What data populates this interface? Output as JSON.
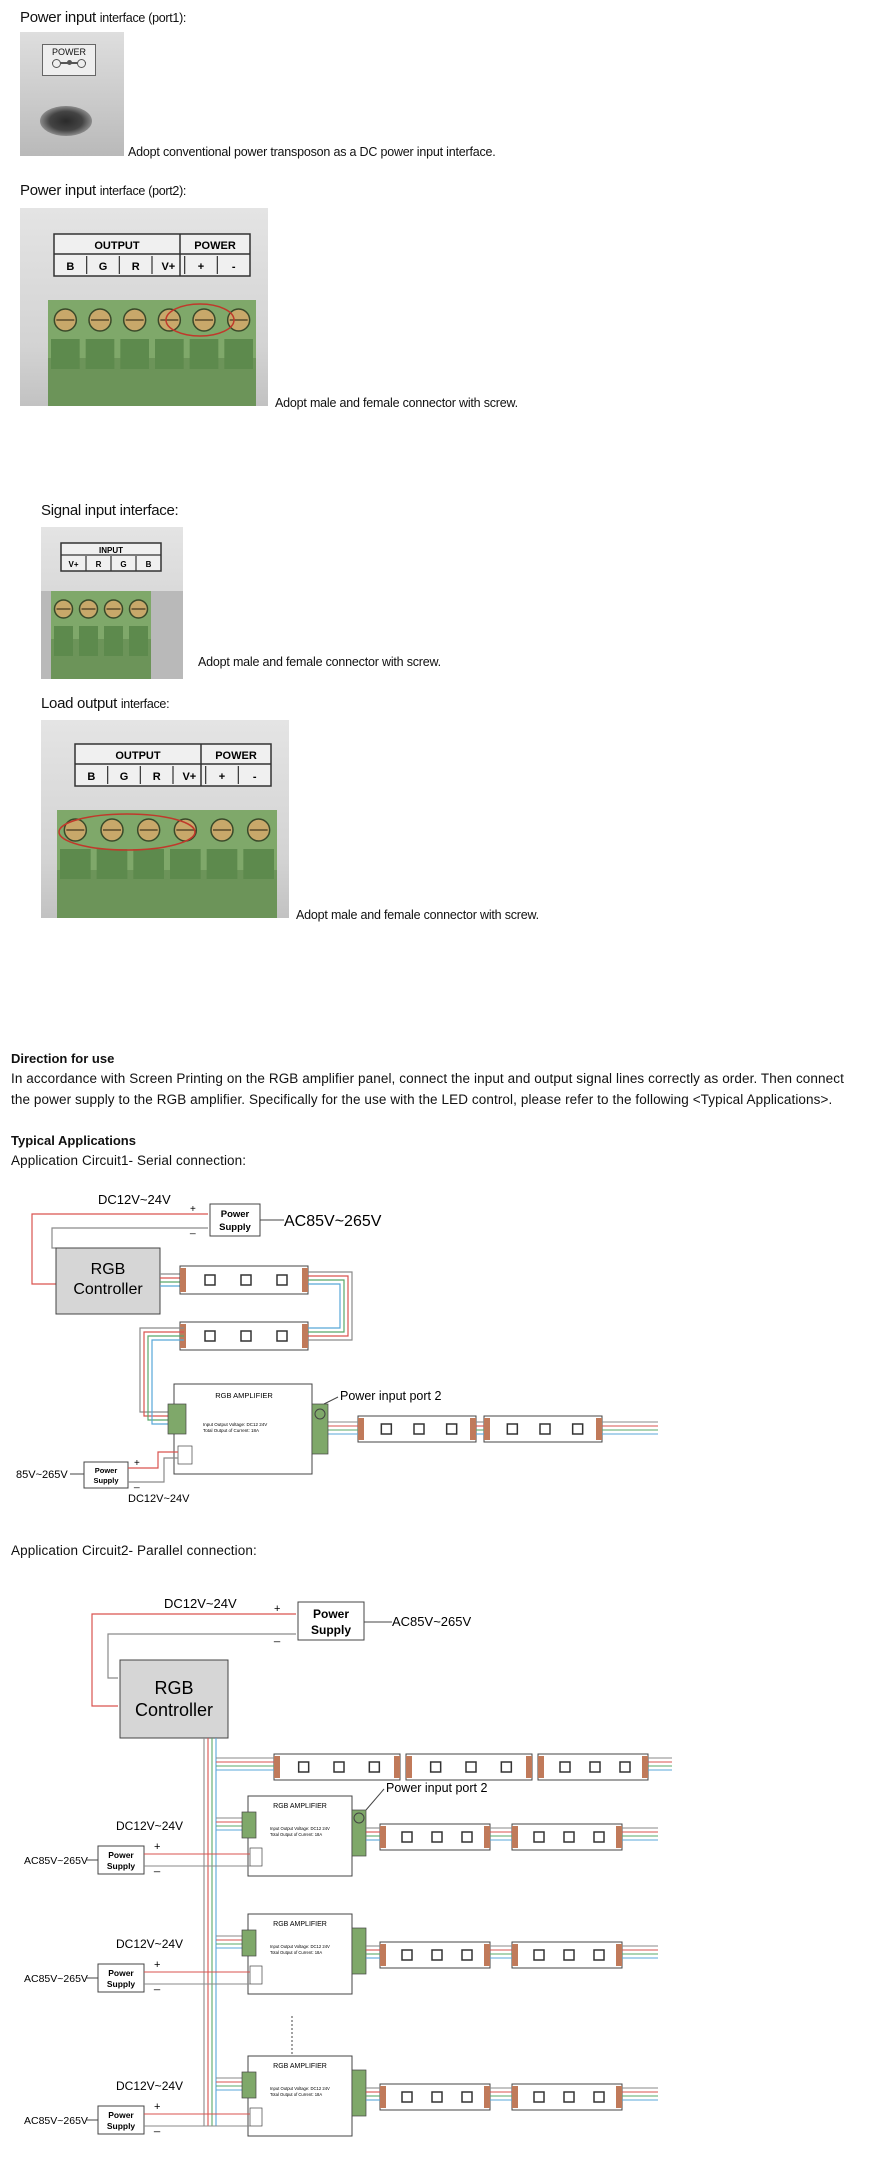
{
  "sections": {
    "power1": {
      "heading": "Power input",
      "heading_suffix": "interface (port1):",
      "label": "POWER",
      "caption": "Adopt conventional power transposon as a DC power input interface."
    },
    "power2": {
      "heading": "Power input",
      "heading_suffix": "interface (port2):",
      "group_output": "OUTPUT",
      "group_power": "POWER",
      "pins": [
        "B",
        "G",
        "R",
        "V+",
        "+",
        "-"
      ],
      "caption": "Adopt male and female connector with screw."
    },
    "signal": {
      "heading": "Signal input interface:",
      "group": "INPUT",
      "pins": [
        "V+",
        "R",
        "G",
        "B"
      ],
      "caption": "Adopt male and female connector with screw."
    },
    "load": {
      "heading": "Load output",
      "heading_suffix": "interface:",
      "group_output": "OUTPUT",
      "group_power": "POWER",
      "pins": [
        "B",
        "G",
        "R",
        "V+",
        "+",
        "-"
      ],
      "caption": "Adopt male and female connector with screw."
    }
  },
  "direction": {
    "title": "Direction for use",
    "line1": "In accordance with Screen Printing on the RGB amplifier panel, connect the input and output signal lines correctly as order. Then connect",
    "line2": "the power supply to the RGB amplifier. Specifically for the use with the LED control, please refer to the following <Typical Applications>."
  },
  "typical": {
    "title": "Typical Applications",
    "circuit1_label": "Application Circuit1- Serial connection:",
    "circuit2_label": "Application Circuit2- Parallel connection:"
  },
  "diagram": {
    "dc": "DC12V~24V",
    "ac": "AC85V~265V",
    "ac_cut": "85V~265V",
    "power_supply_line1": "Power",
    "power_supply_line2": "Supply",
    "rgb_line1": "RGB",
    "rgb_line2": "Controller",
    "amplifier": "RGB AMPLIFIER",
    "amp_small1": "Input Output Voltage: DC12 24V",
    "amp_small2": "Total Output of Current: 18A",
    "port2": "Power input port 2",
    "plus": "+",
    "minus": "_"
  },
  "colors": {
    "terminal_green": "#7fa86a",
    "wire_red": "#d9534f",
    "wire_green": "#59a86a",
    "wire_blue": "#58a7d8",
    "wire_gray": "#8a8a8a"
  }
}
